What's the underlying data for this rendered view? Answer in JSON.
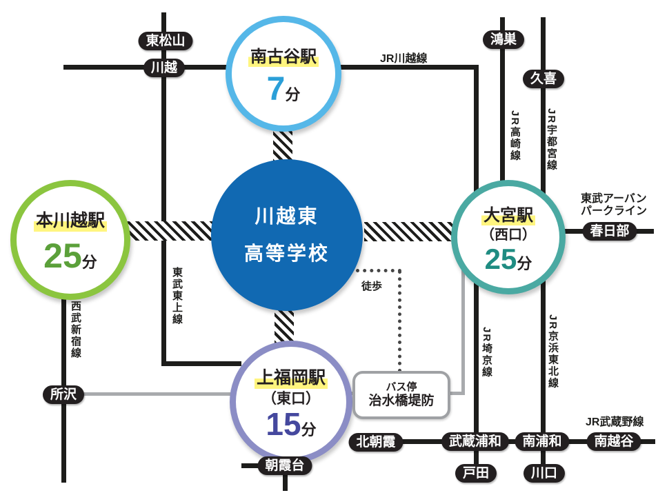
{
  "school": {
    "line1": "川越東",
    "line2": "高等学校"
  },
  "stations": {
    "minamifuruya": {
      "name": "南古谷駅",
      "minutes": "7",
      "unit": "分"
    },
    "honkawagoe": {
      "name": "本川越駅",
      "minutes": "25",
      "unit": "分"
    },
    "omiya": {
      "name": "大宮駅",
      "exit": "（西口）",
      "minutes": "25",
      "unit": "分"
    },
    "kamifukuoka": {
      "name": "上福岡駅",
      "exit": "（東口）",
      "minutes": "15",
      "unit": "分"
    }
  },
  "pills": {
    "higashimatsuyama": "東松山",
    "kawagoe": "川越",
    "konosu": "鴻巣",
    "kuki": "久喜",
    "kasukabe": "春日部",
    "tokorozawa": "所沢",
    "asakadai": "朝霞台",
    "kitaasaka": "北朝霞",
    "musashiurawa": "武蔵浦和",
    "minamiurawa": "南浦和",
    "minamikoshigaya": "南越谷",
    "toda": "戸田",
    "kawaguchi": "川口"
  },
  "rail_labels": {
    "jr_kawagoe": "JR川越線",
    "jr_takasaki": "JR高崎線",
    "jr_utsunomiya": "JR宇都宮線",
    "tobu_urban_line1": "東武アーバン",
    "tobu_urban_line2": "パークライン",
    "tobu_tojo": "東武東上線",
    "seibu_shinjuku": "西武新宿線",
    "jr_saikyo": "JR埼京線",
    "jr_keihintohoku": "JR京浜東北線",
    "jr_musashino": "JR武蔵野線"
  },
  "bus_stop": {
    "line1": "バス停",
    "line2": "治水橋堤防"
  },
  "walk_label": "徒歩",
  "colors": {
    "school_circle": "#1169b2",
    "ring_minamifuruya": "#55b7e8",
    "ring_honkawagoe": "#8bc53f",
    "ring_omiya": "#4aa9a2",
    "ring_kamifukuoka": "#8b8dc5",
    "num_minamifuruya": "#2b9fd8",
    "num_honkawagoe": "#5ba03a",
    "num_omiya": "#1f8c82",
    "num_kamifukuoka": "#45489e",
    "highlight_yellow": "#fff57f",
    "rail_black": "#1d1d1b",
    "bus_gray": "#a8aaad"
  }
}
